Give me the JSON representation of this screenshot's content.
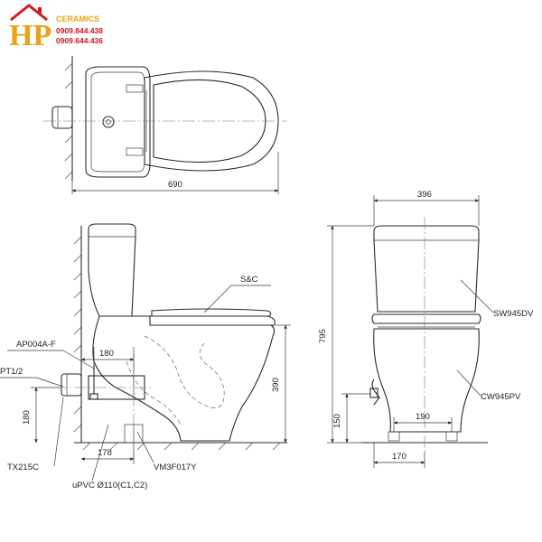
{
  "logo": {
    "letters": "HP",
    "brand": "CERAMICS",
    "phone_1": "0909.844.438",
    "phone_2": "0909.644.436",
    "colors": {
      "gold": "#e8a317",
      "red": "#d0181f"
    }
  },
  "top_view": {
    "length": "690"
  },
  "side_view": {
    "labels": {
      "seat": "S&C",
      "valve": "AP004A-F",
      "thread": "PT1/2",
      "flex_hose": "TX215C",
      "pipe": "uPVC Ø110(C1,C2)",
      "flange": "VM3F017Y"
    },
    "dims": {
      "outlet_offset": "180",
      "inlet_height": "180",
      "outlet_height": "390",
      "rough_in": "178"
    }
  },
  "front_view": {
    "labels": {
      "tank": "SW945DV",
      "bowl": "CW945PV"
    },
    "dims": {
      "tank_width": "396",
      "total_height": "795",
      "inlet_height": "150",
      "bolt_spacing": "190",
      "base_width": "170"
    }
  }
}
